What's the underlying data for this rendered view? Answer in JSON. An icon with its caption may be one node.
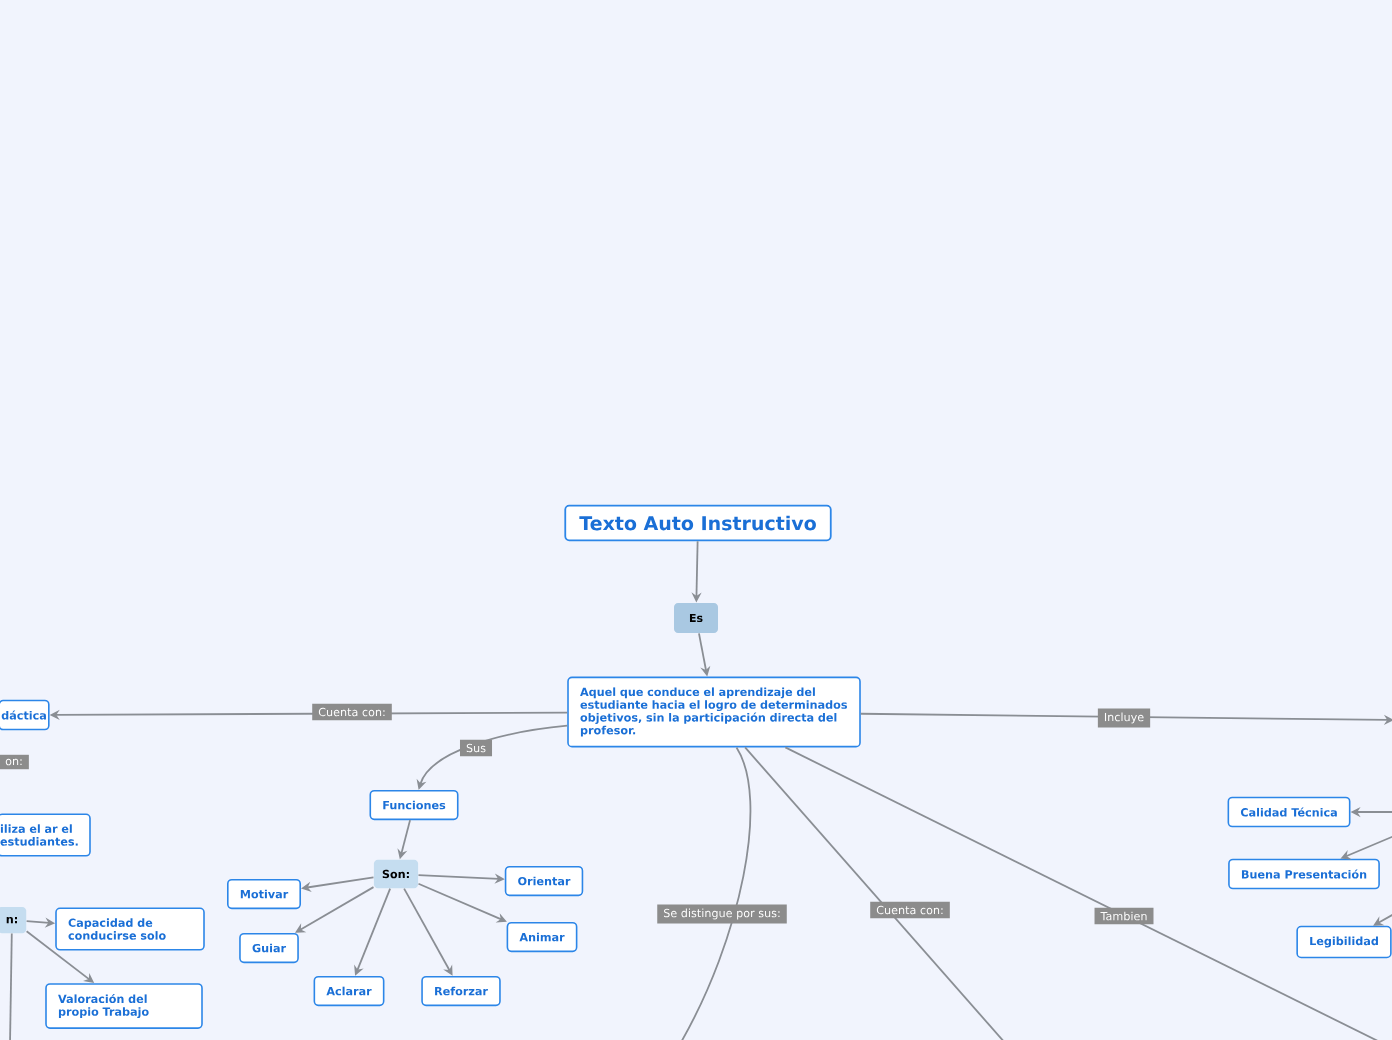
{
  "diagram": {
    "nodes": [
      {
        "text": [
          "Texto Auto Instructivo"
        ]
      },
      {
        "text": [
          "Es"
        ]
      },
      {
        "text": [
          "Aquel que conduce el aprendizaje del estudiante hacia el logro de determinados objetivos, sin la participación directa del profesor."
        ]
      },
      {
        "text": [
          "dáctica"
        ]
      },
      {
        "text": [
          "iliza el ar el estudiantes."
        ]
      },
      {
        "text": [
          "n:"
        ]
      },
      {
        "text": [
          "Capacidad de conducirse solo"
        ]
      },
      {
        "text": [
          "Valoración del propio Trabajo"
        ]
      },
      {
        "text": [
          "Funciones"
        ]
      },
      {
        "text": [
          "Son:"
        ]
      },
      {
        "text": [
          "Motivar"
        ]
      },
      {
        "text": [
          "Guiar"
        ]
      },
      {
        "text": [
          "Aclarar"
        ]
      },
      {
        "text": [
          "Reforzar"
        ]
      },
      {
        "text": [
          "Orientar"
        ]
      },
      {
        "text": [
          "Animar"
        ]
      },
      {
        "text": [
          "Calidad Técnica"
        ]
      },
      {
        "text": [
          "Buena Presentación"
        ]
      },
      {
        "text": [
          "Legibilidad"
        ]
      }
    ],
    "edges": [
      {
        "from": 0,
        "to": 1,
        "arrow": "to"
      },
      {
        "from": 1,
        "to": 2,
        "arrow": "to"
      },
      {
        "from": 2,
        "to": 3,
        "arrow": "to",
        "label": "Cuenta con:"
      },
      {
        "from": 2,
        "to": 8,
        "arrow": "to",
        "label": "Sus"
      },
      {
        "from": 8,
        "to": 9,
        "arrow": "to"
      },
      {
        "from": 9,
        "to": 10,
        "arrow": "to"
      },
      {
        "from": 9,
        "to": 11,
        "arrow": "to"
      },
      {
        "from": 9,
        "to": 12,
        "arrow": "to"
      },
      {
        "from": 9,
        "to": 13,
        "arrow": "to"
      },
      {
        "from": 9,
        "to": 14,
        "arrow": "to"
      },
      {
        "from": 9,
        "to": 15,
        "arrow": "to"
      },
      {
        "from": 5,
        "to": 6,
        "arrow": "to"
      },
      {
        "from": 5,
        "to": 7,
        "arrow": "to"
      },
      {
        "from": 2,
        "to": null,
        "arrow": "to",
        "label": "Incluye"
      },
      {
        "from": null,
        "to": 16,
        "arrow": "to"
      },
      {
        "from": null,
        "to": 17,
        "arrow": "to"
      },
      {
        "from": null,
        "to": 18,
        "arrow": "to"
      },
      {
        "from": 2,
        "to": null,
        "arrow": "none",
        "label": "Se distingue por sus:"
      },
      {
        "from": 2,
        "to": null,
        "arrow": "none",
        "label": "Cuenta con:"
      },
      {
        "from": 2,
        "to": null,
        "arrow": "none",
        "label": "Tambien"
      },
      {
        "from": 5,
        "to": null,
        "arrow": "none"
      }
    ],
    "labels": [
      "on:"
    ]
  }
}
